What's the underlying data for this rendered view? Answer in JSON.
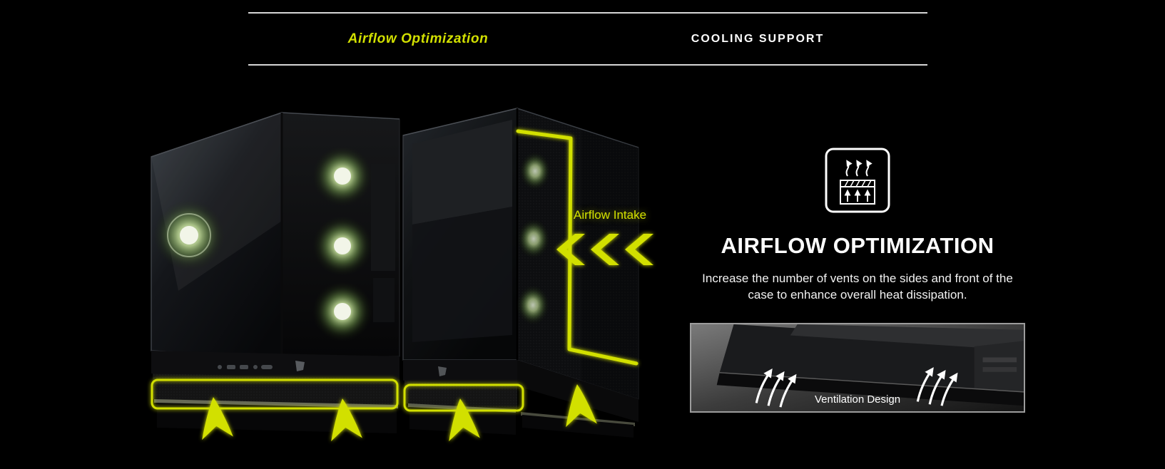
{
  "nav": {
    "tabs": [
      {
        "label": "Airflow Optimization",
        "active": true
      },
      {
        "label": "COOLING SUPPORT",
        "active": false
      }
    ]
  },
  "hero": {
    "intake_label": "Airflow Intake"
  },
  "feature": {
    "title": "AIRFLOW OPTIMIZATION",
    "description": "Increase the number of vents on the sides and front of the case to enhance overall heat dissipation.",
    "image_caption": "Ventilation Design"
  },
  "icons": {
    "feature_icon": "airflow-vent-icon",
    "hero_arrows": [
      "chevron-left-arrows-icon",
      "airflow-up-arrows-icon"
    ]
  },
  "colors": {
    "accent": "#d2e000",
    "background": "#000000",
    "text": "#ffffff",
    "fan_glow": "#b9e07a"
  }
}
